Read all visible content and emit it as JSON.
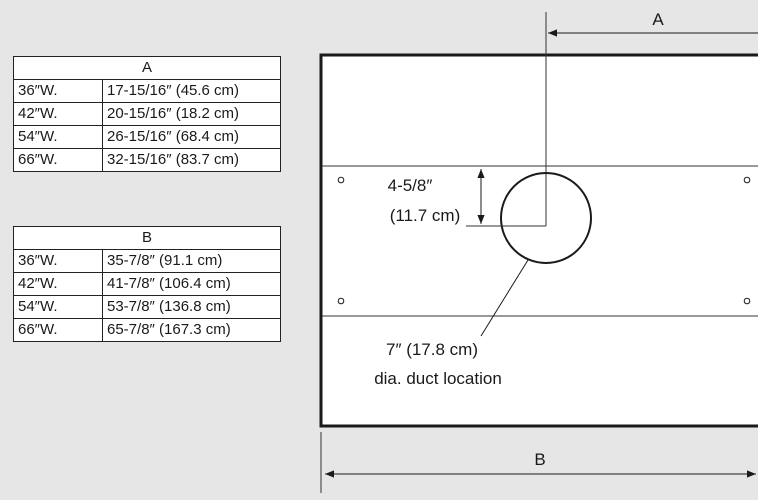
{
  "table_a": {
    "header": "A",
    "rows": [
      {
        "width": "36″W.",
        "value": "17-15/16″ (45.6 cm)"
      },
      {
        "width": "42″W.",
        "value": "20-15/16″ (18.2 cm)"
      },
      {
        "width": "54″W.",
        "value": "26-15/16″ (68.4 cm)"
      },
      {
        "width": "66″W.",
        "value": "32-15/16″ (83.7 cm)"
      }
    ]
  },
  "table_b": {
    "header": "B",
    "rows": [
      {
        "width": "36″W.",
        "value": "35-7/8″ (91.1 cm)"
      },
      {
        "width": "42″W.",
        "value": "41-7/8″ (106.4 cm)"
      },
      {
        "width": "54″W.",
        "value": "53-7/8″ (136.8 cm)"
      },
      {
        "width": "66″W.",
        "value": "65-7/8″ (167.3 cm)"
      }
    ]
  },
  "diagram": {
    "dim_a_label": "A",
    "dim_b_label": "B",
    "offset_label_line1": "4-5/8″",
    "offset_label_line2": "(11.7 cm)",
    "duct_label_line1": "7″ (17.8 cm)",
    "duct_label_line2": "dia. duct location"
  }
}
